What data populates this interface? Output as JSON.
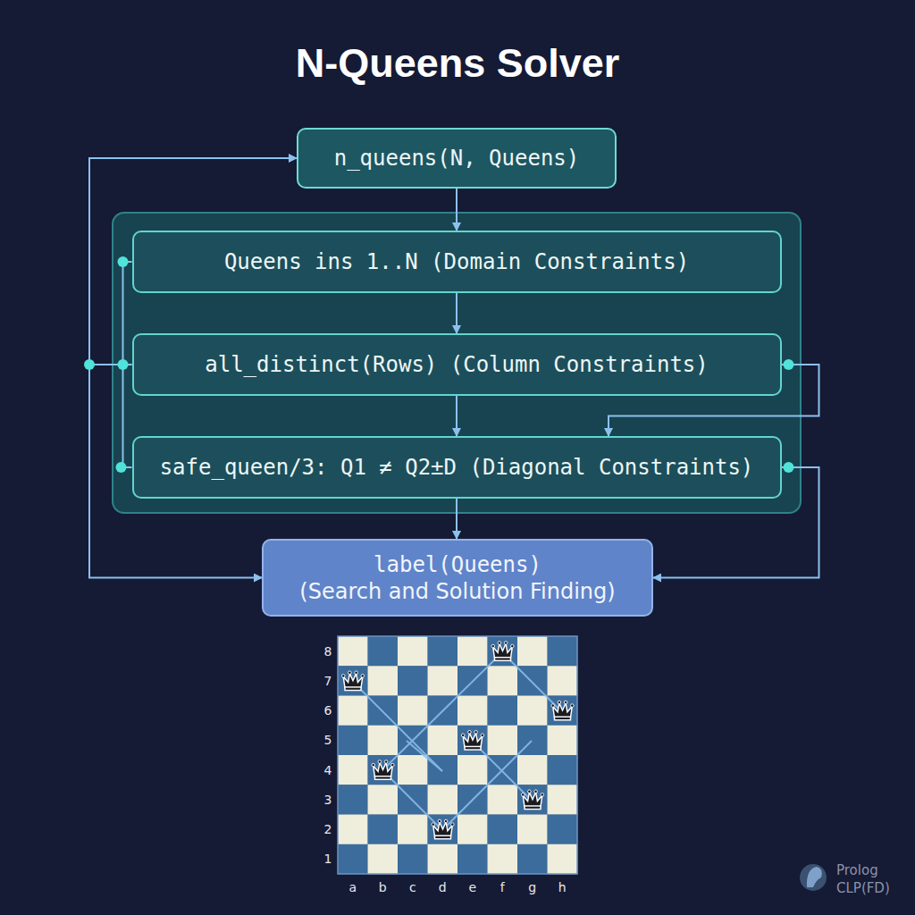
{
  "diagram": {
    "title": "N-Queens Solver",
    "nodes": [
      {
        "text": [
          "n_queens(N, Queens)"
        ]
      },
      {
        "text": [
          "Queens ins 1..N (Domain Constraints)"
        ]
      },
      {
        "text": [
          "all_distinct(Rows) (Column Constraints)"
        ]
      },
      {
        "text": [
          "safe_queen/3: Q1 ≠ Q2±D (Diagonal Constraints)"
        ]
      },
      {
        "text": [
          "label(Queens)",
          "(Search and Solution Finding)"
        ]
      }
    ],
    "edges": [
      {
        "from": 0,
        "to": 1,
        "arrow": "to"
      },
      {
        "from": 1,
        "to": 2,
        "arrow": "to"
      },
      {
        "from": 2,
        "to": 3,
        "arrow": "to"
      },
      {
        "from": 3,
        "to": 4,
        "arrow": "to"
      },
      {
        "from": 2,
        "to": 0,
        "arrow": "to"
      },
      {
        "from": 2,
        "to": 4,
        "arrow": "to"
      },
      {
        "from": 1,
        "to": 3,
        "arrow": "none"
      },
      {
        "from": 2,
        "to": 3,
        "arrow": "to"
      },
      {
        "from": 3,
        "to": 4,
        "arrow": "to"
      }
    ],
    "labels": [
      "8",
      "7",
      "6",
      "5",
      "4",
      "3",
      "2",
      "1",
      "a",
      "b",
      "c",
      "d",
      "e",
      "f",
      "g",
      "h",
      "Prolog",
      "CLP(FD)"
    ]
  }
}
